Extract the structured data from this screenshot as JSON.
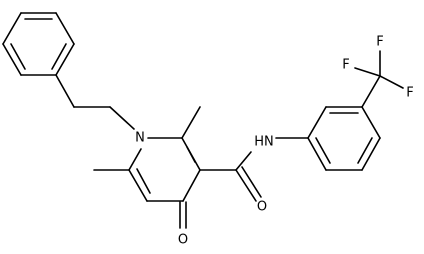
{
  "molecule": {
    "atom_labels": {
      "n_ring": "N",
      "o_carbonyl_ring": "O",
      "o_amide": "O",
      "nh": "HN",
      "f_top": "F",
      "f_left": "F",
      "f_right": "F"
    }
  }
}
